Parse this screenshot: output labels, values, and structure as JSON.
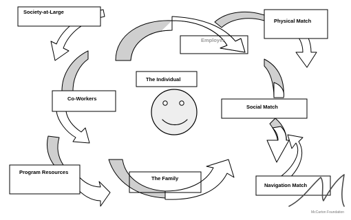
{
  "colors": {
    "background": "#ffffff",
    "line": "#000000",
    "arrow_shade": "#cfcfcf",
    "face_fill": "#eeeeee",
    "muted_label": "#9a9a9a"
  },
  "labels": {
    "society": "Society-at-Large",
    "employer": "Employer",
    "physical_match": "Physical Match",
    "individual": "The Individual",
    "co_workers": "Co-Workers",
    "social_match": "Social Match",
    "program_resources": "Program Resources",
    "family": "The Family",
    "navigation_match": "Navigation Match"
  },
  "watermark": {
    "text": "McCarton Foundation"
  },
  "icons": {
    "center": "smiley-face-icon",
    "watermark": "signature-logo-icon"
  }
}
